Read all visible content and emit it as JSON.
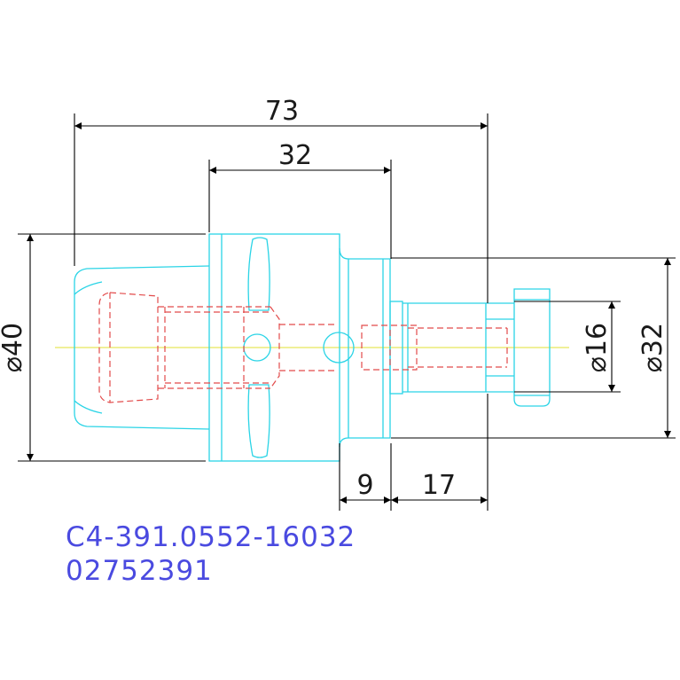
{
  "drawing": {
    "dimensions": {
      "overall_length": "73",
      "flange_length": "32",
      "collar_length": "9",
      "shank_length": "17",
      "flange_diameter": "⌀40",
      "shank_diameter": "⌀16",
      "body_diameter": "⌀32"
    },
    "part_number": "C4-391.0552-16032",
    "item_code": "02752391"
  }
}
